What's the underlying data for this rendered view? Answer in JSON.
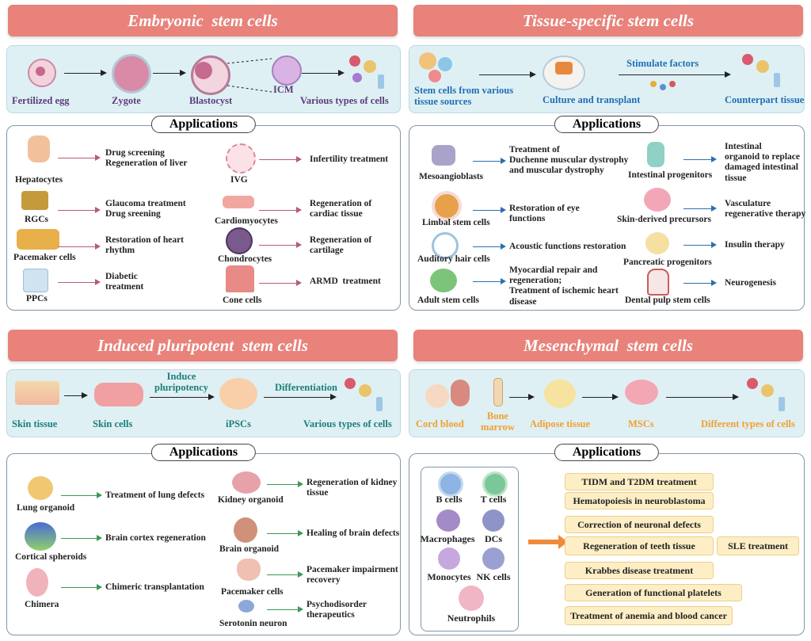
{
  "sections": {
    "esc": {
      "title": "Embryonic  stem cells",
      "flow": [
        "Fertilized egg",
        "Zygote",
        "Blastocyst",
        "ICM",
        "Various types of cells"
      ],
      "apps_title": "Applications",
      "left": [
        {
          "cell": "Hepatocytes",
          "app": "Drug screening\nRegeneration of liver"
        },
        {
          "cell": "RGCs",
          "app": "Glaucoma treatment\nDrug sreening"
        },
        {
          "cell": "Pacemaker cells",
          "app": "Restoration of heart\nrhythm"
        },
        {
          "cell": "PPCs",
          "app": "Diabetic\ntreatment"
        }
      ],
      "right": [
        {
          "cell": "IVG",
          "app": "Infertility treatment"
        },
        {
          "cell": "Cardiomyocytes",
          "app": "Regeneration of\ncardiac tissue"
        },
        {
          "cell": "Chondrocytes",
          "app": "Regeneration of\ncartilage"
        },
        {
          "cell": "Cone cells",
          "app": "ARMD  treatment"
        }
      ]
    },
    "tssc": {
      "title": "Tissue-specific stem cells",
      "flow": [
        "Stem cells from various\ntissue sources",
        "Culture and  transplant",
        "Stimulate factors",
        "Counterpart tissue"
      ],
      "apps_title": "Applications",
      "left": [
        {
          "cell": "Mesoangioblasts",
          "app": "Treatment of\nDuchenne muscular dystrophy\nand muscular dystrophy"
        },
        {
          "cell": "Limbal stem cells",
          "app": "Restoration of eye\nfunctions"
        },
        {
          "cell": "Auditory hair cells",
          "app": "Acoustic functions restoration"
        },
        {
          "cell": "Adult stem cells",
          "app": "Myocardial repair and\nregeneration;\nTreatment of ischemic heart\ndisease"
        }
      ],
      "right": [
        {
          "cell": "Intestinal progenitors",
          "app": "Intestinal\norganoid to replace\ndamaged intestinal\ntissue"
        },
        {
          "cell": "Skin-derived precursors",
          "app": "Vasculature\nregenerative therapy"
        },
        {
          "cell": "Pancreatic progenitors",
          "app": "Insulin therapy"
        },
        {
          "cell": "Dental pulp stem cells",
          "app": "Neurogenesis"
        }
      ]
    },
    "ipsc": {
      "title": "Induced pluripotent  stem cells",
      "flow": [
        "Skin tissue",
        "Skin cells",
        "Induce\npluripotency",
        "iPSCs",
        "Differentiation",
        "Various types of cells"
      ],
      "apps_title": "Applications",
      "left": [
        {
          "cell": "Lung organoid",
          "app": "Treatment of lung defects"
        },
        {
          "cell": "Cortical spheroids",
          "app": "Brain cortex regeneration"
        },
        {
          "cell": "Chimera",
          "app": "Chimeric transplantation"
        }
      ],
      "right": [
        {
          "cell": "Kidney organoid",
          "app": "Regeneration of kidney\ntissue"
        },
        {
          "cell": "Brain organoid",
          "app": "Healing of brain defects"
        },
        {
          "cell": "Pacemaker cells",
          "app": "Pacemaker impairment\nrecovery"
        },
        {
          "cell": "Serotonin neuron",
          "app": "Psychodisorder\ntherapeutics"
        }
      ]
    },
    "msc": {
      "title": "Mesenchymal  stem cells",
      "flow": [
        "Cord blood",
        "Bone\nmarrow",
        "Adipose tissue",
        "MSCs",
        "Different types of cells"
      ],
      "apps_title": "Applications",
      "cells": [
        "B cells",
        "T cells",
        "Macrophages",
        "DCs",
        "Monocytes",
        "NK cells",
        "Neutrophils"
      ],
      "treatments": [
        "TIDM and T2DM treatment",
        "Hematopoiesis in neuroblastoma",
        "Correction of neuronal defects",
        "Regeneration of teeth tissue",
        "SLE treatment",
        "Krabbes disease treatment",
        "Generation of functional platelets",
        "Treatment of anemia and blood cancer"
      ]
    }
  }
}
